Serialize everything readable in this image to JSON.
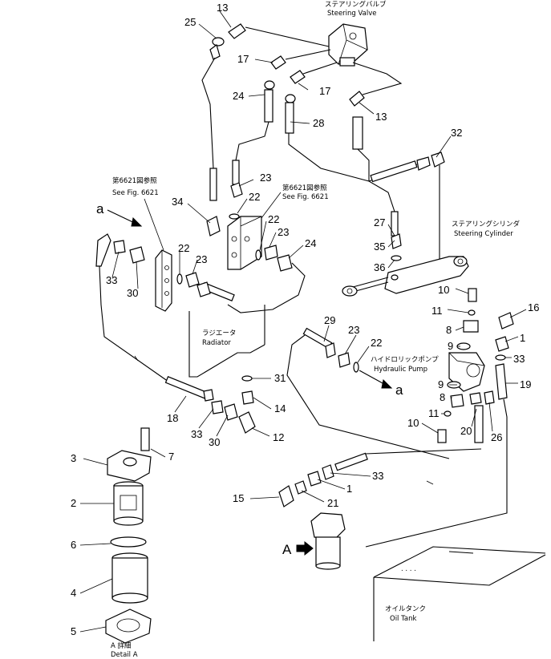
{
  "labels": {
    "steering_valve_jp": "ステアリングバルブ",
    "steering_valve_en": "Steering Valve",
    "see_fig_left_jp": "第6621図参照",
    "see_fig_left_en": "See Fig. 6621",
    "see_fig_right_jp": "第6621図参照",
    "see_fig_right_en": "See Fig. 6621",
    "steering_cylinder_jp": "ステアリングシリンダ",
    "steering_cylinder_en": "Steering Cylinder",
    "radiator_jp": "ラジエータ",
    "radiator_en": "Radiator",
    "hydraulic_pump_jp": "ハイドロリックポンプ",
    "hydraulic_pump_en": "Hydraulic Pump",
    "oil_tank_jp": "オイルタンク",
    "oil_tank_en": "Oil Tank",
    "detail_jp": "A 詳細",
    "detail_en": "Detail A",
    "ref_a_left": "a",
    "ref_a_right": "a",
    "ref_A": "A"
  },
  "callouts": {
    "c13a": "13",
    "c25": "25",
    "c17a": "17",
    "c17b": "17",
    "c24a": "24",
    "c13b": "13",
    "c28": "28",
    "c32": "32",
    "c23a": "23",
    "c22a": "22",
    "c34": "34",
    "c22b": "22",
    "c23b": "23",
    "c24b": "24",
    "c22c": "22",
    "c23c": "23",
    "c27": "27",
    "c35": "35",
    "c36": "36",
    "c33a": "33",
    "c30a": "30",
    "c10a": "10",
    "c11a": "11",
    "c16": "16",
    "c8a": "8",
    "c1a": "1",
    "c9a": "9",
    "c33b": "33",
    "c29": "29",
    "c23d": "23",
    "c22d": "22",
    "c31": "31",
    "c19": "19",
    "c9b": "9",
    "c8b": "8",
    "c11b": "11",
    "c10b": "10",
    "c20": "20",
    "c26": "26",
    "c14": "14",
    "c18": "18",
    "c33c": "33",
    "c30b": "30",
    "c12": "12",
    "c3": "3",
    "c7": "7",
    "c2": "2",
    "c6": "6",
    "c4": "4",
    "c5": "5",
    "c15": "15",
    "c33d": "33",
    "c1b": "1",
    "c21": "21"
  }
}
